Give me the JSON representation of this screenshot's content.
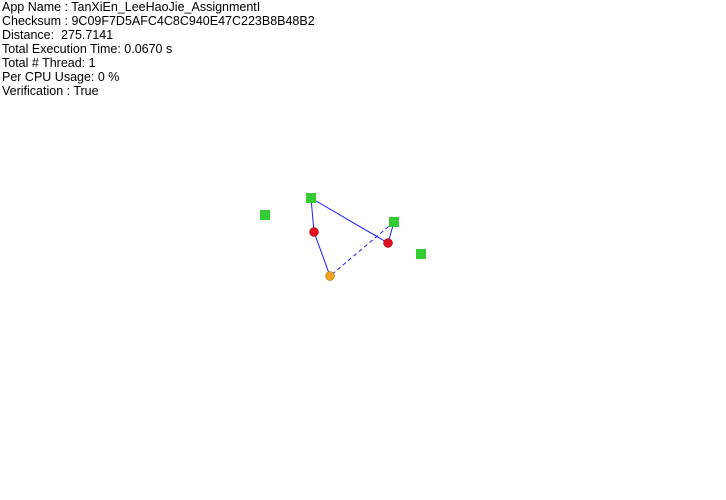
{
  "info": {
    "app_name": "App Name : TanXiEn_LeeHaoJie_AssignmentI",
    "checksum": "Checksum : 9C09F7D5AFC4C8C940E47C223B8B48B2",
    "distance": "Distance:  275.7141",
    "execution_time": "Total Execution Time: 0.0670 s",
    "thread_count": "Total # Thread: 1",
    "cpu_usage": "Per CPU Usage: 0 %",
    "verification": "Verification : True"
  },
  "colors": {
    "depot": "#33cc33",
    "customer": "#e01020",
    "start": "#f0a020",
    "route": "#1a1aff"
  }
}
